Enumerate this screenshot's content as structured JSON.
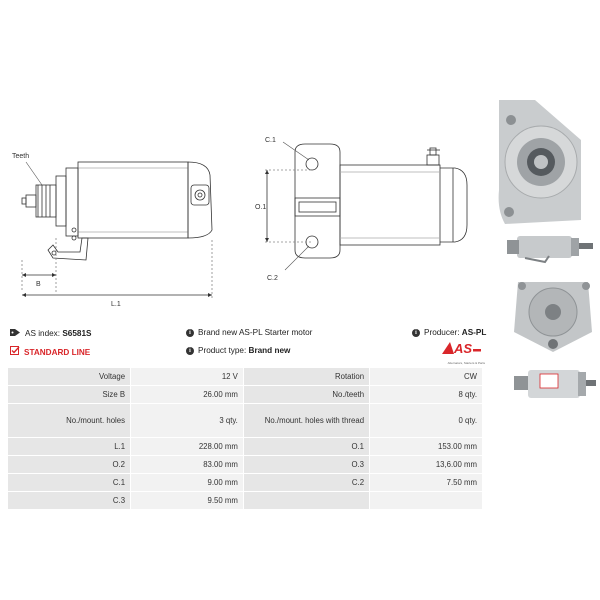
{
  "drawing": {
    "left": {
      "teeth_label": "Teeth",
      "b_label": "B",
      "l1_label": "L.1"
    },
    "right": {
      "c1_label": "C.1",
      "o1_label": "O.1",
      "c2_label": "C.2"
    }
  },
  "info": {
    "as_index_label": "AS index:",
    "as_index_value": "S6581S",
    "standard_line": "STANDARD LINE",
    "brand_new_text": "Brand new AS-PL Starter motor",
    "product_type_label": "Product type:",
    "product_type_value": "Brand new",
    "producer_label": "Producer:",
    "producer_value": "AS-PL"
  },
  "logo": {
    "mark": "AS",
    "tagline": "Alternators, Starters & Parts"
  },
  "table": {
    "rows": [
      [
        {
          "k": "Voltage",
          "v": "12 V"
        },
        {
          "k": "Rotation",
          "v": "CW"
        }
      ],
      [
        {
          "k": "Size B",
          "v": "26.00 mm"
        },
        {
          "k": "No./teeth",
          "v": "8 qty."
        }
      ],
      [
        {
          "k": "No./mount. holes",
          "v": "3 qty."
        },
        {
          "k": "No./mount. holes with thread",
          "v": "0 qty."
        }
      ],
      [
        {
          "k": "L.1",
          "v": "228.00 mm"
        },
        {
          "k": "O.1",
          "v": "153.00 mm"
        }
      ],
      [
        {
          "k": "O.2",
          "v": "83.00 mm"
        },
        {
          "k": "O.3",
          "v": "13,6.00 mm"
        }
      ],
      [
        {
          "k": "C.1",
          "v": "9.00 mm"
        },
        {
          "k": "C.2",
          "v": "7.50 mm"
        }
      ],
      [
        {
          "k": "C.3",
          "v": "9.50 mm"
        },
        {
          "k": "",
          "v": ""
        }
      ]
    ]
  },
  "colors": {
    "accent_red": "#d9262a",
    "key_cell": "#e6e6e6",
    "value_cell": "#f2f2f2"
  },
  "icons": [
    "tag-icon",
    "checkbox-icon",
    "info-icon"
  ]
}
